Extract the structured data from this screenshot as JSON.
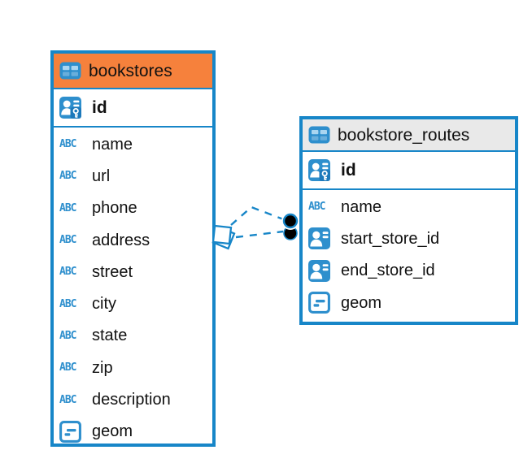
{
  "app": {
    "view_title": "entity-relationship-diagram"
  },
  "colors": {
    "accent_blue": "#1786c8",
    "icon_blue": "#2e8fcd",
    "bookstores_header": "#f6813c",
    "bookstore_routes_header": "#e9e9e9",
    "text": "#111111",
    "relation_endpoint_dot": "#000000"
  },
  "diagram": {
    "tables": [
      {
        "name": "bookstores",
        "primary_key": {
          "name": "id",
          "icon": "primary-key"
        },
        "columns": [
          {
            "name": "name",
            "icon": "text"
          },
          {
            "name": "url",
            "icon": "text"
          },
          {
            "name": "phone",
            "icon": "text"
          },
          {
            "name": "address",
            "icon": "text"
          },
          {
            "name": "street",
            "icon": "text"
          },
          {
            "name": "city",
            "icon": "text"
          },
          {
            "name": "state",
            "icon": "text"
          },
          {
            "name": "zip",
            "icon": "text"
          },
          {
            "name": "description",
            "icon": "text"
          },
          {
            "name": "geom",
            "icon": "geometry"
          }
        ]
      },
      {
        "name": "bookstore_routes",
        "primary_key": {
          "name": "id",
          "icon": "primary-key"
        },
        "columns": [
          {
            "name": "name",
            "icon": "text"
          },
          {
            "name": "start_store_id",
            "icon": "foreign-key"
          },
          {
            "name": "end_store_id",
            "icon": "foreign-key"
          },
          {
            "name": "geom",
            "icon": "geometry"
          }
        ]
      }
    ],
    "relations": [
      {
        "source_table": "bookstores",
        "target_table": "bookstore_routes",
        "line_style": "dashed"
      },
      {
        "source_table": "bookstores",
        "target_table": "bookstore_routes",
        "line_style": "dashed"
      }
    ]
  }
}
